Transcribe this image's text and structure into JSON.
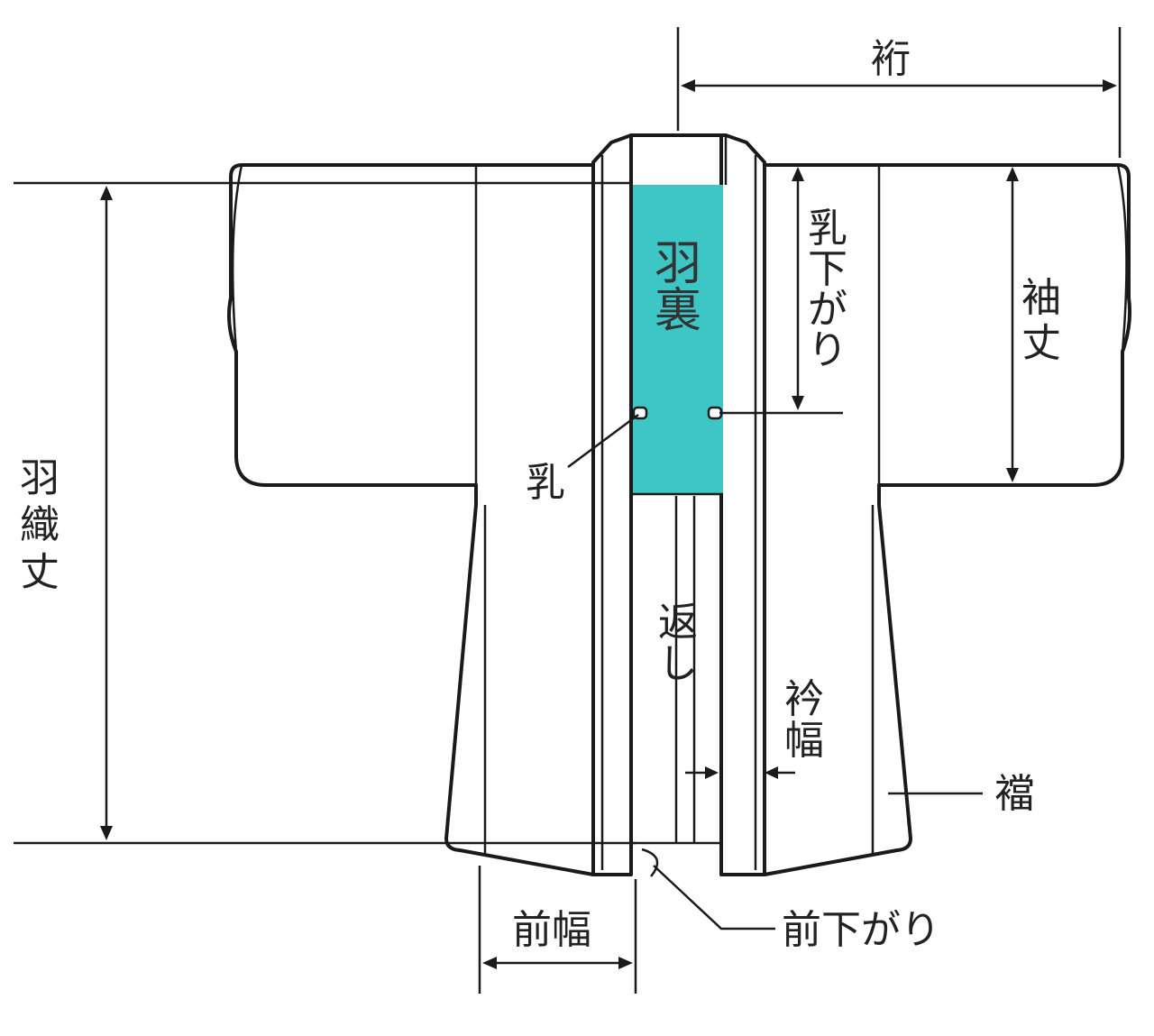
{
  "diagram": {
    "labels": {
      "yuki": "裄",
      "haura": "羽裏",
      "chi_sagari": "乳下がり",
      "sodetake": "袖丈",
      "chi": "乳",
      "haori_take": "羽織丈",
      "kaeshi": "返し",
      "eri_haba": "衿幅",
      "machi": "襠",
      "mae_haba": "前幅",
      "mae_sagari": "前下がり"
    },
    "colors": {
      "lining": "#3cc6c6",
      "outline": "#1a1a1a",
      "background": "#ffffff"
    }
  }
}
